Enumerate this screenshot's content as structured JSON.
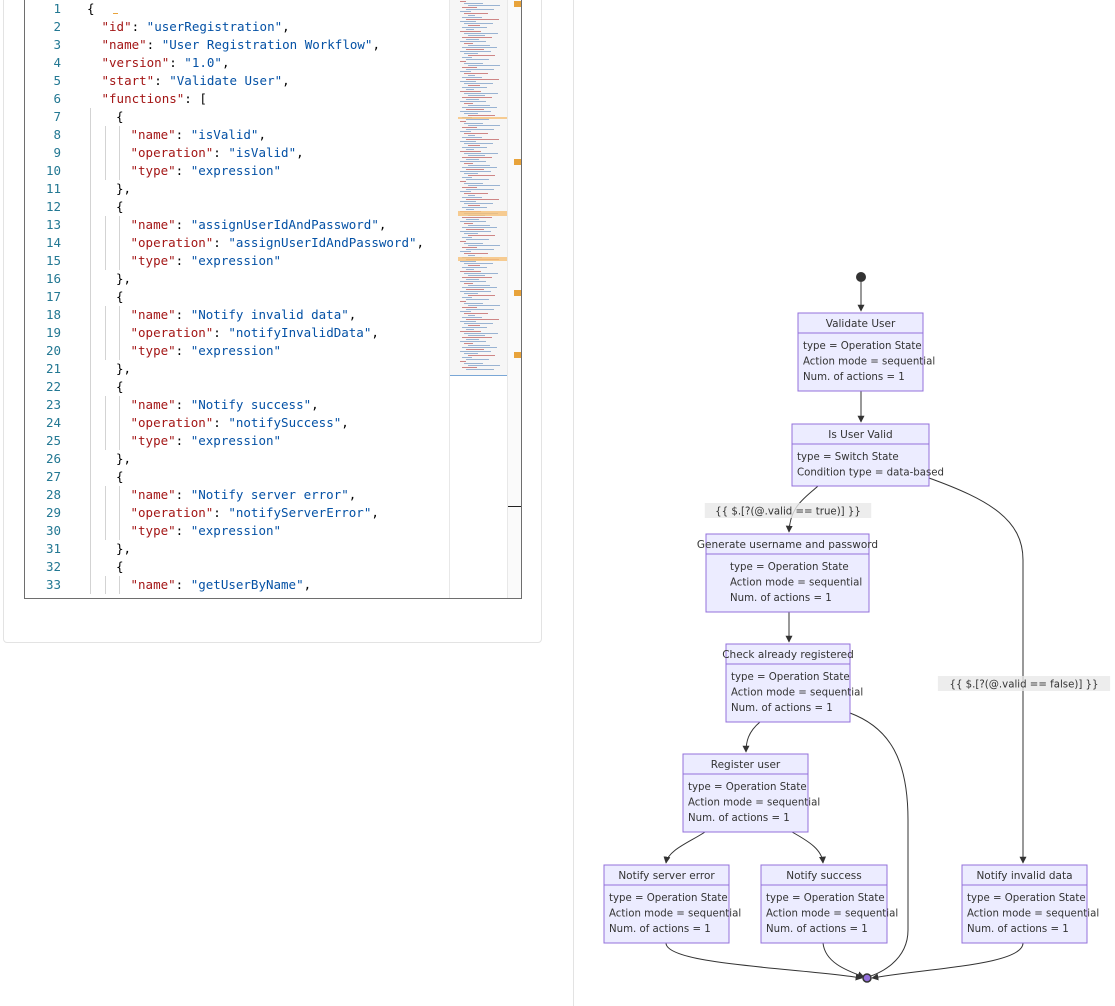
{
  "editor": {
    "lines": [
      {
        "n": "1",
        "indent": 0,
        "tokens": [
          [
            "p",
            "{"
          ]
        ]
      },
      {
        "n": "2",
        "indent": 1,
        "tokens": [
          [
            "k",
            "\"id\""
          ],
          [
            "p",
            ": "
          ],
          [
            "s",
            "\"userRegistration\""
          ],
          [
            "p",
            ","
          ]
        ]
      },
      {
        "n": "3",
        "indent": 1,
        "tokens": [
          [
            "k",
            "\"name\""
          ],
          [
            "p",
            ": "
          ],
          [
            "s",
            "\"User Registration Workflow\""
          ],
          [
            "p",
            ","
          ]
        ]
      },
      {
        "n": "4",
        "indent": 1,
        "tokens": [
          [
            "k",
            "\"version\""
          ],
          [
            "p",
            ": "
          ],
          [
            "s",
            "\"1.0\""
          ],
          [
            "p",
            ","
          ]
        ]
      },
      {
        "n": "5",
        "indent": 1,
        "tokens": [
          [
            "k",
            "\"start\""
          ],
          [
            "p",
            ": "
          ],
          [
            "s",
            "\"Validate User\""
          ],
          [
            "p",
            ","
          ]
        ]
      },
      {
        "n": "6",
        "indent": 1,
        "tokens": [
          [
            "k",
            "\"functions\""
          ],
          [
            "p",
            ": ["
          ]
        ]
      },
      {
        "n": "7",
        "indent": 2,
        "tokens": [
          [
            "p",
            "{"
          ]
        ]
      },
      {
        "n": "8",
        "indent": 3,
        "tokens": [
          [
            "k",
            "\"name\""
          ],
          [
            "p",
            ": "
          ],
          [
            "s",
            "\"isValid\""
          ],
          [
            "p",
            ","
          ]
        ]
      },
      {
        "n": "9",
        "indent": 3,
        "tokens": [
          [
            "k",
            "\"operation\""
          ],
          [
            "p",
            ": "
          ],
          [
            "s",
            "\"isValid\""
          ],
          [
            "p",
            ","
          ]
        ]
      },
      {
        "n": "10",
        "indent": 3,
        "tokens": [
          [
            "k",
            "\"type\""
          ],
          [
            "p",
            ": "
          ],
          [
            "s",
            "\"expression\""
          ]
        ]
      },
      {
        "n": "11",
        "indent": 2,
        "tokens": [
          [
            "p",
            "},"
          ]
        ]
      },
      {
        "n": "12",
        "indent": 2,
        "tokens": [
          [
            "p",
            "{"
          ]
        ]
      },
      {
        "n": "13",
        "indent": 3,
        "tokens": [
          [
            "k",
            "\"name\""
          ],
          [
            "p",
            ": "
          ],
          [
            "s",
            "\"assignUserIdAndPassword\""
          ],
          [
            "p",
            ","
          ]
        ]
      },
      {
        "n": "14",
        "indent": 3,
        "tokens": [
          [
            "k",
            "\"operation\""
          ],
          [
            "p",
            ": "
          ],
          [
            "s",
            "\"assignUserIdAndPassword\""
          ],
          [
            "p",
            ","
          ]
        ]
      },
      {
        "n": "15",
        "indent": 3,
        "tokens": [
          [
            "k",
            "\"type\""
          ],
          [
            "p",
            ": "
          ],
          [
            "s",
            "\"expression\""
          ]
        ]
      },
      {
        "n": "16",
        "indent": 2,
        "tokens": [
          [
            "p",
            "},"
          ]
        ]
      },
      {
        "n": "17",
        "indent": 2,
        "tokens": [
          [
            "p",
            "{"
          ]
        ]
      },
      {
        "n": "18",
        "indent": 3,
        "tokens": [
          [
            "k",
            "\"name\""
          ],
          [
            "p",
            ": "
          ],
          [
            "s",
            "\"Notify invalid data\""
          ],
          [
            "p",
            ","
          ]
        ]
      },
      {
        "n": "19",
        "indent": 3,
        "tokens": [
          [
            "k",
            "\"operation\""
          ],
          [
            "p",
            ": "
          ],
          [
            "s",
            "\"notifyInvalidData\""
          ],
          [
            "p",
            ","
          ]
        ]
      },
      {
        "n": "20",
        "indent": 3,
        "tokens": [
          [
            "k",
            "\"type\""
          ],
          [
            "p",
            ": "
          ],
          [
            "s",
            "\"expression\""
          ]
        ]
      },
      {
        "n": "21",
        "indent": 2,
        "tokens": [
          [
            "p",
            "},"
          ]
        ]
      },
      {
        "n": "22",
        "indent": 2,
        "tokens": [
          [
            "p",
            "{"
          ]
        ]
      },
      {
        "n": "23",
        "indent": 3,
        "tokens": [
          [
            "k",
            "\"name\""
          ],
          [
            "p",
            ": "
          ],
          [
            "s",
            "\"Notify success\""
          ],
          [
            "p",
            ","
          ]
        ]
      },
      {
        "n": "24",
        "indent": 3,
        "tokens": [
          [
            "k",
            "\"operation\""
          ],
          [
            "p",
            ": "
          ],
          [
            "s",
            "\"notifySuccess\""
          ],
          [
            "p",
            ","
          ]
        ]
      },
      {
        "n": "25",
        "indent": 3,
        "tokens": [
          [
            "k",
            "\"type\""
          ],
          [
            "p",
            ": "
          ],
          [
            "s",
            "\"expression\""
          ]
        ]
      },
      {
        "n": "26",
        "indent": 2,
        "tokens": [
          [
            "p",
            "},"
          ]
        ]
      },
      {
        "n": "27",
        "indent": 2,
        "tokens": [
          [
            "p",
            "{"
          ]
        ]
      },
      {
        "n": "28",
        "indent": 3,
        "tokens": [
          [
            "k",
            "\"name\""
          ],
          [
            "p",
            ": "
          ],
          [
            "s",
            "\"Notify server error\""
          ],
          [
            "p",
            ","
          ]
        ]
      },
      {
        "n": "29",
        "indent": 3,
        "tokens": [
          [
            "k",
            "\"operation\""
          ],
          [
            "p",
            ": "
          ],
          [
            "s",
            "\"notifyServerError\""
          ],
          [
            "p",
            ","
          ]
        ]
      },
      {
        "n": "30",
        "indent": 3,
        "tokens": [
          [
            "k",
            "\"type\""
          ],
          [
            "p",
            ": "
          ],
          [
            "s",
            "\"expression\""
          ]
        ]
      },
      {
        "n": "31",
        "indent": 2,
        "tokens": [
          [
            "p",
            "},"
          ]
        ]
      },
      {
        "n": "32",
        "indent": 2,
        "tokens": [
          [
            "p",
            "{"
          ]
        ]
      },
      {
        "n": "33",
        "indent": 3,
        "tokens": [
          [
            "k",
            "\"name\""
          ],
          [
            "p",
            ": "
          ],
          [
            "s",
            "\"getUserByName\""
          ],
          [
            "p",
            ","
          ]
        ]
      }
    ]
  },
  "diagram": {
    "colors": {
      "node_fill": "#ececff",
      "node_stroke": "#9370db",
      "edge": "#333333",
      "start": "#333333",
      "end_fill": "#9370db"
    },
    "nodes": [
      {
        "id": "validate_user",
        "title": "Validate User",
        "details": [
          "type = Operation State",
          "Action mode = sequential",
          "Num. of actions = 1"
        ]
      },
      {
        "id": "is_user_valid",
        "title": "Is User Valid",
        "details": [
          "type = Switch State",
          "Condition type = data-based"
        ]
      },
      {
        "id": "generate_credentials",
        "title": "Generate username and password",
        "details": [
          "type = Operation State",
          "Action mode = sequential",
          "Num. of actions = 1"
        ]
      },
      {
        "id": "check_registered",
        "title": "Check already registered",
        "details": [
          "type = Operation State",
          "Action mode = sequential",
          "Num. of actions = 1"
        ]
      },
      {
        "id": "register_user",
        "title": "Register user",
        "details": [
          "type = Operation State",
          "Action mode = sequential",
          "Num. of actions = 1"
        ]
      },
      {
        "id": "notify_server_error",
        "title": "Notify server error",
        "details": [
          "type = Operation State",
          "Action mode = sequential",
          "Num. of actions = 1"
        ]
      },
      {
        "id": "notify_success",
        "title": "Notify success",
        "details": [
          "type = Operation State",
          "Action mode = sequential",
          "Num. of actions = 1"
        ]
      },
      {
        "id": "notify_invalid_data",
        "title": "Notify invalid data",
        "details": [
          "type = Operation State",
          "Action mode = sequential",
          "Num. of actions = 1"
        ]
      }
    ],
    "edge_labels": {
      "valid_true": "{{ $.[?(@.valid == true)] }}",
      "valid_false": "{{ $.[?(@.valid == false)] }}"
    }
  }
}
